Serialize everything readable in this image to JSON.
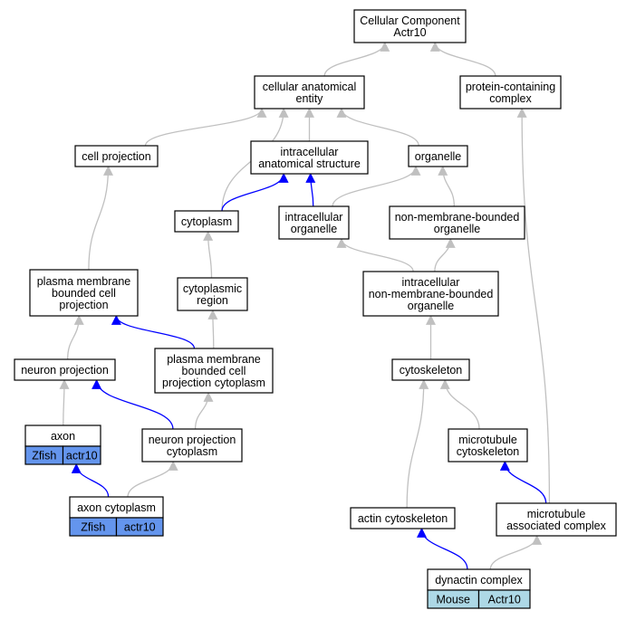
{
  "nodes": [
    {
      "id": "cc",
      "lines": [
        "Cellular Component",
        "Actr10"
      ]
    },
    {
      "id": "cae",
      "lines": [
        "cellular anatomical",
        "entity"
      ]
    },
    {
      "id": "pcc",
      "lines": [
        "protein-containing",
        "complex"
      ]
    },
    {
      "id": "cellproj",
      "lines": [
        "cell projection"
      ]
    },
    {
      "id": "ias",
      "lines": [
        "intracellular",
        "anatomical structure"
      ]
    },
    {
      "id": "organelle",
      "lines": [
        "organelle"
      ]
    },
    {
      "id": "cytoplasm",
      "lines": [
        "cytoplasm"
      ]
    },
    {
      "id": "io",
      "lines": [
        "intracellular",
        "organelle"
      ]
    },
    {
      "id": "nmbo",
      "lines": [
        "non-membrane-bounded",
        "organelle"
      ]
    },
    {
      "id": "pmbcp",
      "lines": [
        "plasma membrane",
        "bounded cell",
        "projection"
      ]
    },
    {
      "id": "cytoreg",
      "lines": [
        "cytoplasmic",
        "region"
      ]
    },
    {
      "id": "inmbo",
      "lines": [
        "intracellular",
        "non-membrane-bounded",
        "organelle"
      ]
    },
    {
      "id": "neuproj",
      "lines": [
        "neuron projection"
      ]
    },
    {
      "id": "pmbcpc",
      "lines": [
        "plasma membrane",
        "bounded cell",
        "projection cytoplasm"
      ]
    },
    {
      "id": "cytoskel",
      "lines": [
        "cytoskeleton"
      ]
    },
    {
      "id": "axon",
      "lines": [
        "axon"
      ],
      "badge": [
        "Zfish",
        "actr10"
      ],
      "badge_color": "#6495ed"
    },
    {
      "id": "npc",
      "lines": [
        "neuron projection",
        "cytoplasm"
      ]
    },
    {
      "id": "mtcs",
      "lines": [
        "microtubule",
        "cytoskeleton"
      ]
    },
    {
      "id": "axoncyto",
      "lines": [
        "axon cytoplasm"
      ],
      "badge": [
        "Zfish",
        "actr10"
      ],
      "badge_color": "#6495ed"
    },
    {
      "id": "actincs",
      "lines": [
        "actin cytoskeleton"
      ]
    },
    {
      "id": "mac",
      "lines": [
        "microtubule",
        "associated complex"
      ]
    },
    {
      "id": "dynactin",
      "lines": [
        "dynactin complex"
      ],
      "badge": [
        "Mouse",
        "Actr10"
      ],
      "badge_color": "#add8e6"
    }
  ],
  "edges": [
    {
      "from": "cae",
      "to": "cc",
      "color": "gray"
    },
    {
      "from": "pcc",
      "to": "cc",
      "color": "gray"
    },
    {
      "from": "cellproj",
      "to": "cae",
      "color": "gray"
    },
    {
      "from": "ias",
      "to": "cae",
      "color": "gray"
    },
    {
      "from": "organelle",
      "to": "cae",
      "color": "gray"
    },
    {
      "from": "cytoplasm",
      "to": "cae",
      "color": "gray"
    },
    {
      "from": "cytoplasm",
      "to": "ias",
      "color": "blue"
    },
    {
      "from": "io",
      "to": "ias",
      "color": "blue"
    },
    {
      "from": "io",
      "to": "organelle",
      "color": "gray"
    },
    {
      "from": "nmbo",
      "to": "organelle",
      "color": "gray"
    },
    {
      "from": "pmbcp",
      "to": "cellproj",
      "color": "gray"
    },
    {
      "from": "cytoreg",
      "to": "cytoplasm",
      "color": "gray"
    },
    {
      "from": "inmbo",
      "to": "io",
      "color": "gray"
    },
    {
      "from": "inmbo",
      "to": "nmbo",
      "color": "gray"
    },
    {
      "from": "neuproj",
      "to": "pmbcp",
      "color": "gray"
    },
    {
      "from": "pmbcpc",
      "to": "pmbcp",
      "color": "blue"
    },
    {
      "from": "pmbcpc",
      "to": "cytoreg",
      "color": "gray"
    },
    {
      "from": "cytoskel",
      "to": "inmbo",
      "color": "gray"
    },
    {
      "from": "axon",
      "to": "neuproj",
      "color": "gray"
    },
    {
      "from": "npc",
      "to": "neuproj",
      "color": "blue"
    },
    {
      "from": "npc",
      "to": "pmbcpc",
      "color": "gray"
    },
    {
      "from": "mtcs",
      "to": "cytoskel",
      "color": "gray"
    },
    {
      "from": "axoncyto",
      "to": "axon",
      "color": "blue"
    },
    {
      "from": "axoncyto",
      "to": "npc",
      "color": "gray"
    },
    {
      "from": "actincs",
      "to": "cytoskel",
      "color": "gray"
    },
    {
      "from": "mac",
      "to": "mtcs",
      "color": "blue"
    },
    {
      "from": "mac",
      "to": "pcc",
      "color": "gray"
    },
    {
      "from": "dynactin",
      "to": "actincs",
      "color": "blue"
    },
    {
      "from": "dynactin",
      "to": "mac",
      "color": "gray"
    }
  ],
  "edge_colors": {
    "gray": "#c0c0c0",
    "blue": "#0000ff"
  }
}
